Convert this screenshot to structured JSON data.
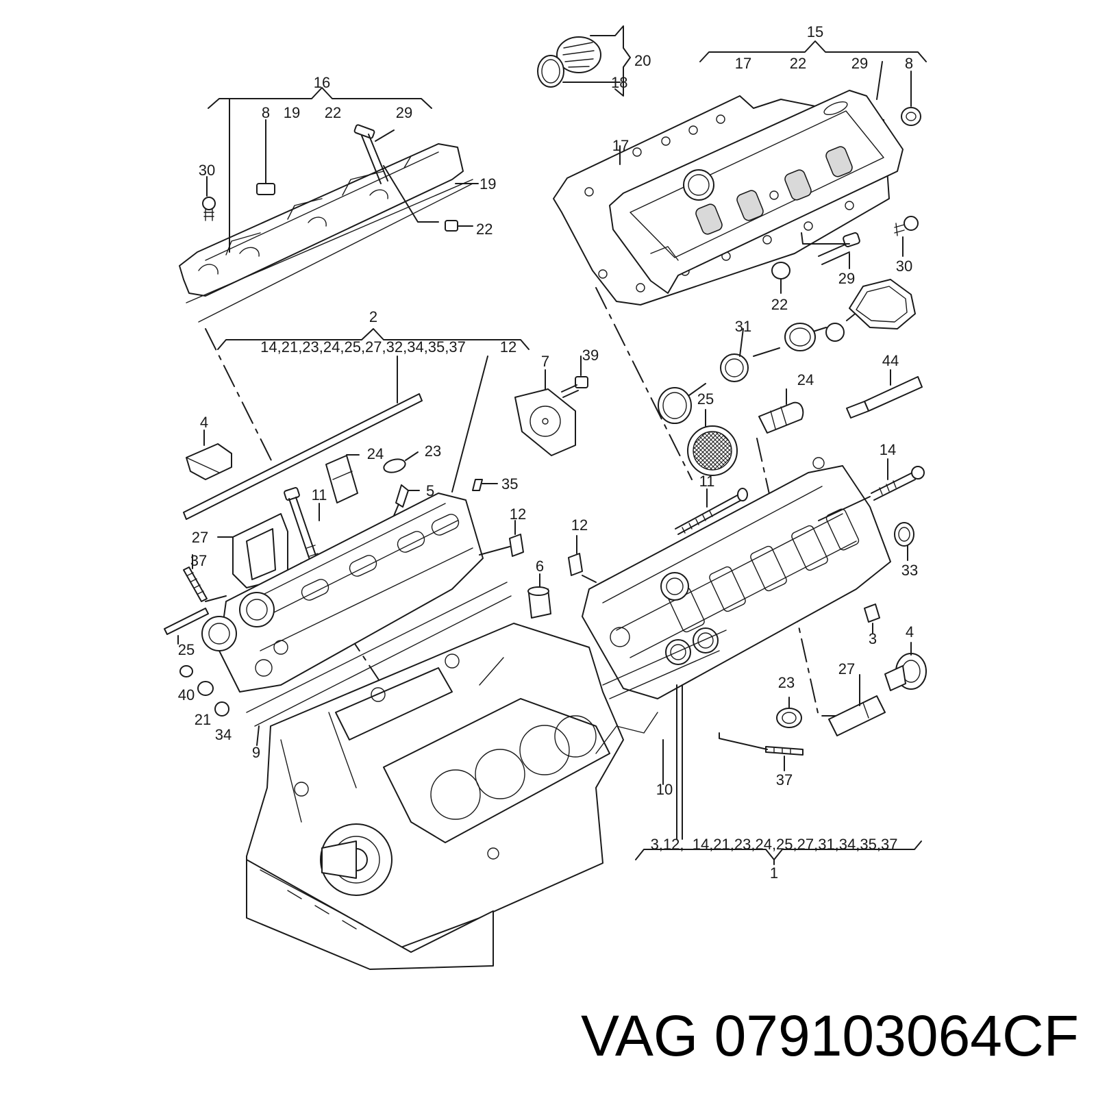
{
  "caption": {
    "brand": "VAG",
    "part_number": "079103064CF"
  },
  "callouts": {
    "c16": "16",
    "c16_subs": [
      "8",
      "19",
      "22",
      "29"
    ],
    "c30a": "30",
    "c19": "19",
    "c22a": "22",
    "c20": "20",
    "c18": "18",
    "c15": "15",
    "c15_subs": [
      "17",
      "22",
      "29",
      "8"
    ],
    "c17": "17",
    "c29b": "29",
    "c30b": "30",
    "c22b": "22",
    "c2": "2",
    "c2_subs": "14,21,23,24,25,27,32,34,35,37",
    "c12a": "12",
    "c31": "31",
    "c4a": "4",
    "c24a": "24",
    "c23a": "23",
    "c5": "5",
    "c35": "35",
    "c11a": "11",
    "c27a": "27",
    "c37a": "37",
    "c25a": "25",
    "c40": "40",
    "c21": "21",
    "c34": "34",
    "c9": "9",
    "c7": "7",
    "c39": "39",
    "c25b": "25",
    "c24b": "24",
    "c44": "44",
    "c12b": "12",
    "c6": "6",
    "c12c": "12",
    "c11b": "11",
    "c14": "14",
    "c33": "33",
    "c3": "3",
    "c4b": "4",
    "c27b": "27",
    "c23b": "23",
    "c37b": "37",
    "c10": "10",
    "c1_subs": "3,12,  14,21,23,24,25,27,31,34,35,37",
    "c1": "1"
  }
}
